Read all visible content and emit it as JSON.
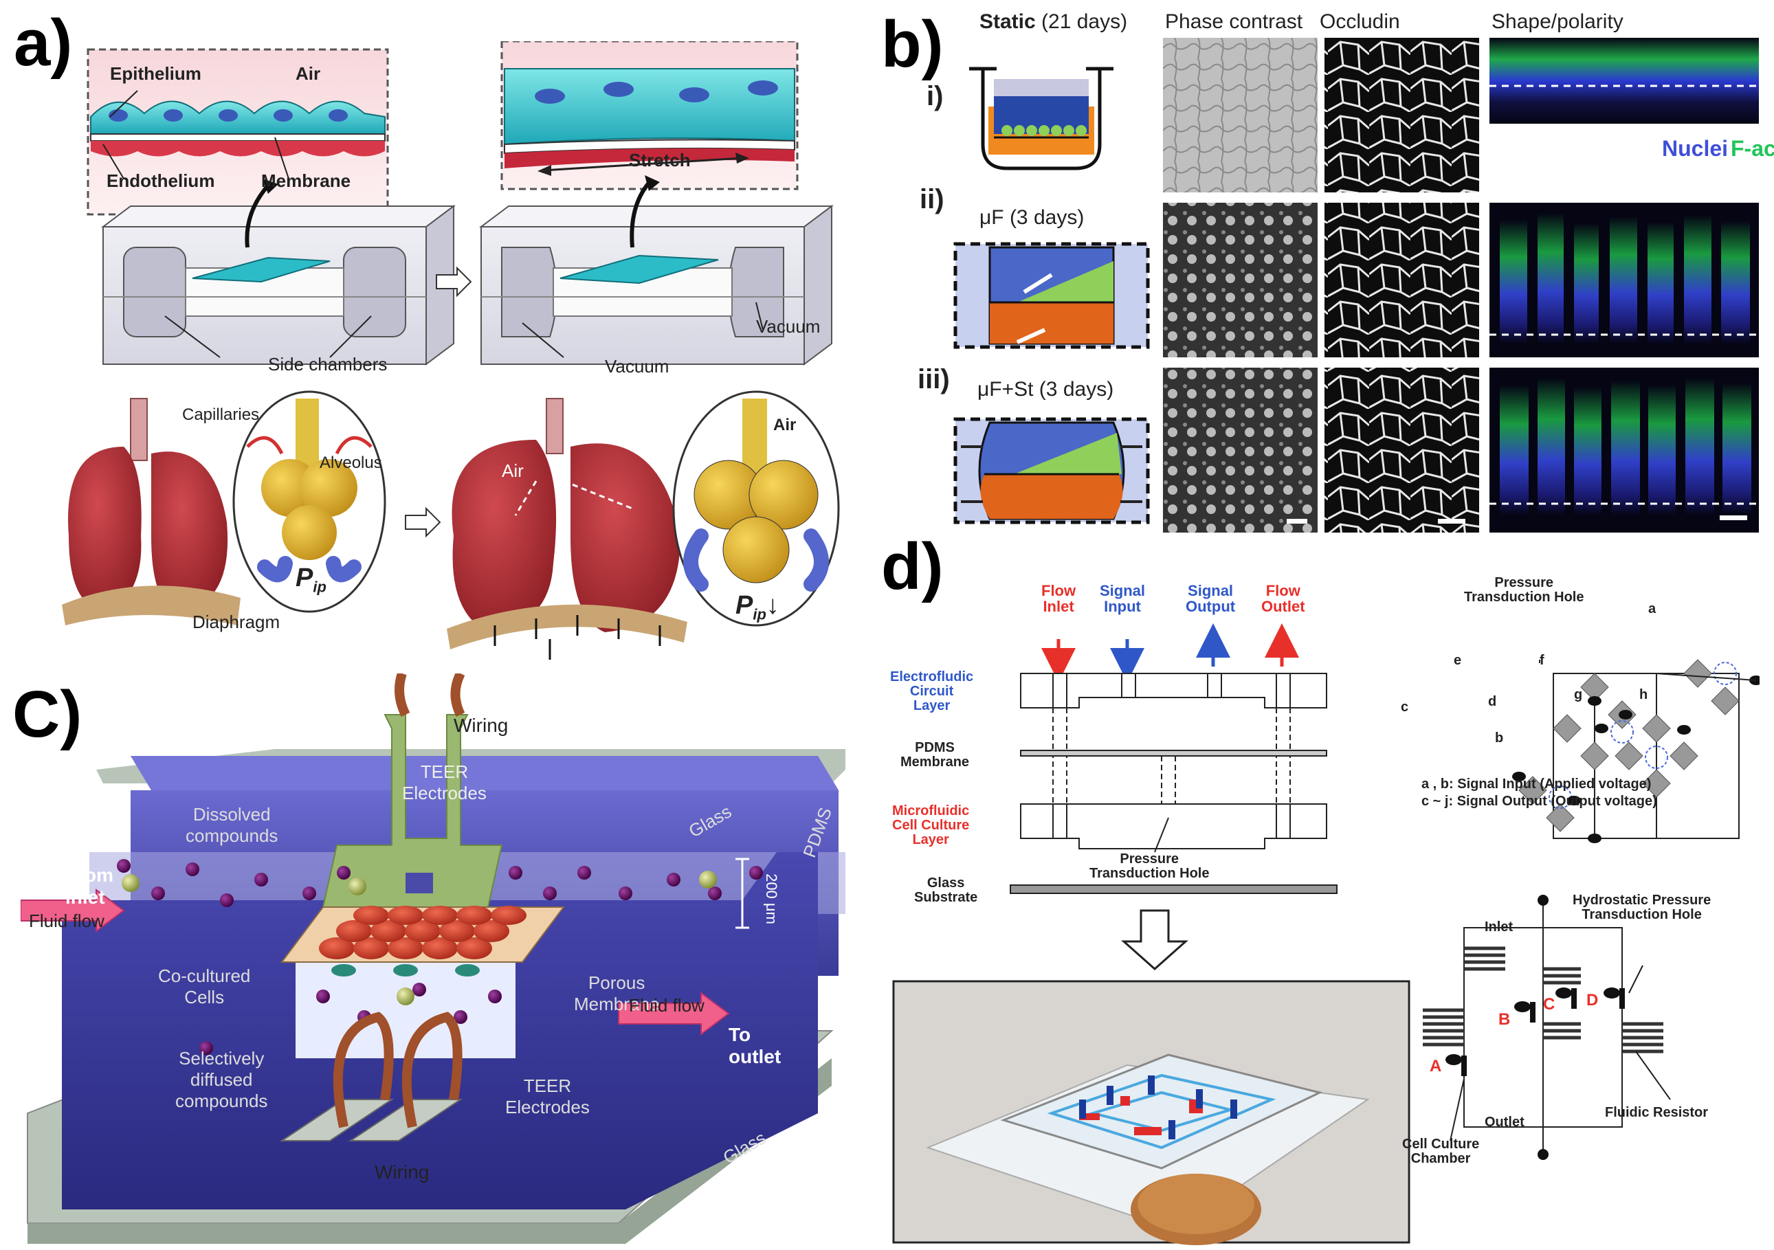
{
  "panels": {
    "a": "a)",
    "b": "b)",
    "c": "C)",
    "d": "d)"
  },
  "panel_a": {
    "epithelium": "Epithelium",
    "air": "Air",
    "endothelium": "Endothelium",
    "membrane": "Membrane",
    "stretch": "Stretch",
    "side_chambers": "Side chambers",
    "vacuum_left": "Vacuum",
    "vacuum_right": "Vacuum",
    "capillaries": "Capillaries",
    "alveolus": "Alveolus",
    "diaphragm": "Diaphragm",
    "air_lung": "Air",
    "air_alv": "Air",
    "pip1_main": "P",
    "pip1_sub": "ip",
    "pip2_main": "P",
    "pip2_sub": "ip",
    "pip2_arrow": "↓"
  },
  "panel_b": {
    "static_bold": "Static",
    "static_rest": " (21 days)",
    "col_phase": "Phase contrast",
    "col_occludin": "Occludin",
    "col_shape": "Shape/polarity",
    "row_i": "i)",
    "row_ii": "ii)",
    "row_iii": "iii)",
    "mu_f": "μF (3 days)",
    "mu_f_st": "μF+St (3 days)",
    "nuclei": "Nuclei",
    "factin": "F-actin"
  },
  "panel_c": {
    "wiring_top": "Wiring",
    "teer_top": "TEER\nElectrodes",
    "glass_top": "Glass",
    "pdms": "PDMS",
    "dissolved": "Dissolved\ncompounds",
    "from_inlet": "From\ninlet",
    "fluid_flow_left": "Fluid flow",
    "height": "200 μm",
    "cocultured": "Co-cultured\nCells",
    "porous": "Porous\nMembrane",
    "fluid_flow_right": "Fluid flow",
    "to_outlet": "To\noutlet",
    "selectively": "Selectively\ndiffused\ncompounds",
    "teer_bottom": "TEER\nElectrodes",
    "glass_bottom": "Glass",
    "wiring_bottom": "Wiring"
  },
  "panel_d": {
    "flow_inlet": "Flow\nInlet",
    "signal_input": "Signal\nInput",
    "signal_output": "Signal\nOutput",
    "flow_outlet": "Flow\nOutlet",
    "electrofluidic": "Electrofludic\nCircuit\nLayer",
    "pdms_membrane": "PDMS\nMembrane",
    "microfluidic": "Microfluidic\nCell Culture\nLayer",
    "pressure_hole": "Pressure\nTransduction Hole",
    "glass_substrate": "Glass\nSubstrate",
    "bridge_title": "Pressure\nTransduction Hole",
    "node_a": "a",
    "node_b": "b",
    "node_c": "c",
    "node_d": "d",
    "node_e": "e",
    "node_f": "f",
    "node_g": "g",
    "node_h": "h",
    "legend_ab": "a , b: Signal Input (Applied voltage)",
    "legend_cj": "c ~ j: Signal Output (Output voltage)",
    "inlet": "Inlet",
    "outlet": "Outlet",
    "hydrostatic": "Hydrostatic Pressure\nTransduction Hole",
    "fluidic_resistor": "Fluidic Resistor",
    "cell_culture_chamber": "Cell Culture\nChamber",
    "ch_a": "A",
    "ch_b": "B",
    "ch_c": "C",
    "ch_d": "D"
  },
  "colors": {
    "flow_red": "#e8302a",
    "signal_blue": "#2f57c8",
    "pdms_blue": "#4a4aa8",
    "lung_red": "#b8363c",
    "factin_green": "#22c45a",
    "nuclei_blue": "#3f4fd8"
  }
}
